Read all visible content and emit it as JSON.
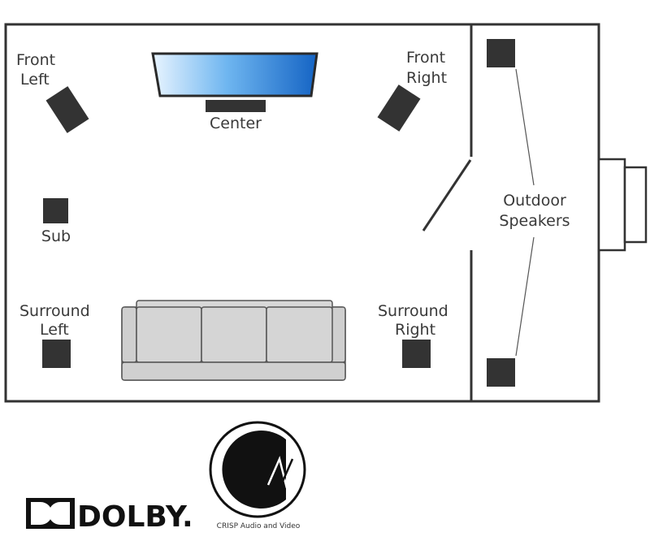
{
  "labels": {
    "front_left_line1": "Front",
    "front_left_line2": "Left",
    "front_right_line1": "Front",
    "front_right_line2": "Right",
    "center": "Center",
    "sub": "Sub",
    "surround_left_line1": "Surround",
    "surround_left_line2": "Left",
    "surround_right_line1": "Surround",
    "surround_right_line2": "Right",
    "outdoor_line1": "Outdoor",
    "outdoor_line2": "Speakers"
  },
  "logos": {
    "dolby": "DOLBY.",
    "crisp": "CRISP Audio and Video"
  },
  "colors": {
    "wall": "#333333",
    "speaker": "#333333",
    "sofa": "#d3d3d3",
    "tv_gradient_start": "#e6f3ff",
    "tv_gradient_end": "#1565c0"
  }
}
